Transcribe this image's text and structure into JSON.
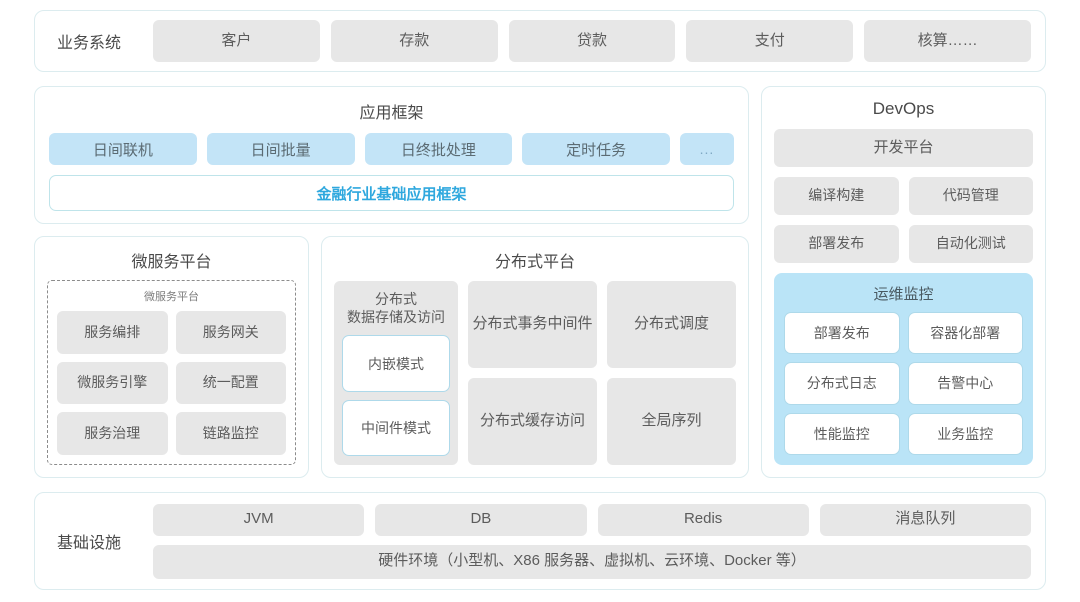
{
  "business_row": {
    "label": "业务系统",
    "items": [
      "客户",
      "存款",
      "贷款",
      "支付",
      "核算……"
    ]
  },
  "app_framework": {
    "title": "应用框架",
    "chips": [
      "日间联机",
      "日间批量",
      "日终批处理",
      "定时任务"
    ],
    "more": "...",
    "highlight": "金融行业基础应用框架",
    "highlight_color": "#2fa8de"
  },
  "micro_platform": {
    "title": "微服务平台",
    "inner_title": "微服务平台",
    "items": [
      "服务编排",
      "服务网关",
      "微服务引擎",
      "统一配置",
      "服务治理",
      "链路监控"
    ]
  },
  "dist_platform": {
    "title": "分布式平台",
    "tall_column": {
      "label": "分布式\n数据存储及访问",
      "label_line1": "分布式",
      "label_line2": "数据存储及访问",
      "modes": [
        "内嵌模式",
        "中间件模式"
      ]
    },
    "grid": [
      {
        "line1": "分布式",
        "line2": "事务中间件"
      },
      {
        "line1": "分布式调度",
        "line2": ""
      },
      {
        "line1": "分布式",
        "line2": "缓存访问"
      },
      {
        "line1": "全局序列",
        "line2": ""
      }
    ]
  },
  "devops": {
    "title": "DevOps",
    "platform": "开发平台",
    "pairs": [
      [
        "编译构建",
        "代码管理"
      ],
      [
        "部署发布",
        "自动化测试"
      ]
    ],
    "ops_monitor": {
      "title": "运维监控",
      "background": "#bae4f7",
      "items": [
        "部署发布",
        "容器化部署",
        "分布式日志",
        "告警中心",
        "性能监控",
        "业务监控"
      ]
    }
  },
  "infrastructure": {
    "label": "基础设施",
    "items": [
      "JVM",
      "DB",
      "Redis",
      "消息队列"
    ],
    "hardware": "硬件环境（小型机、X86 服务器、虚拟机、云环境、Docker 等）"
  },
  "theme": {
    "card_border": "#dcecef",
    "chip_gray": "#e7e7e7",
    "chip_blue": "#c3e4f7",
    "text": "#5c5c5c"
  }
}
